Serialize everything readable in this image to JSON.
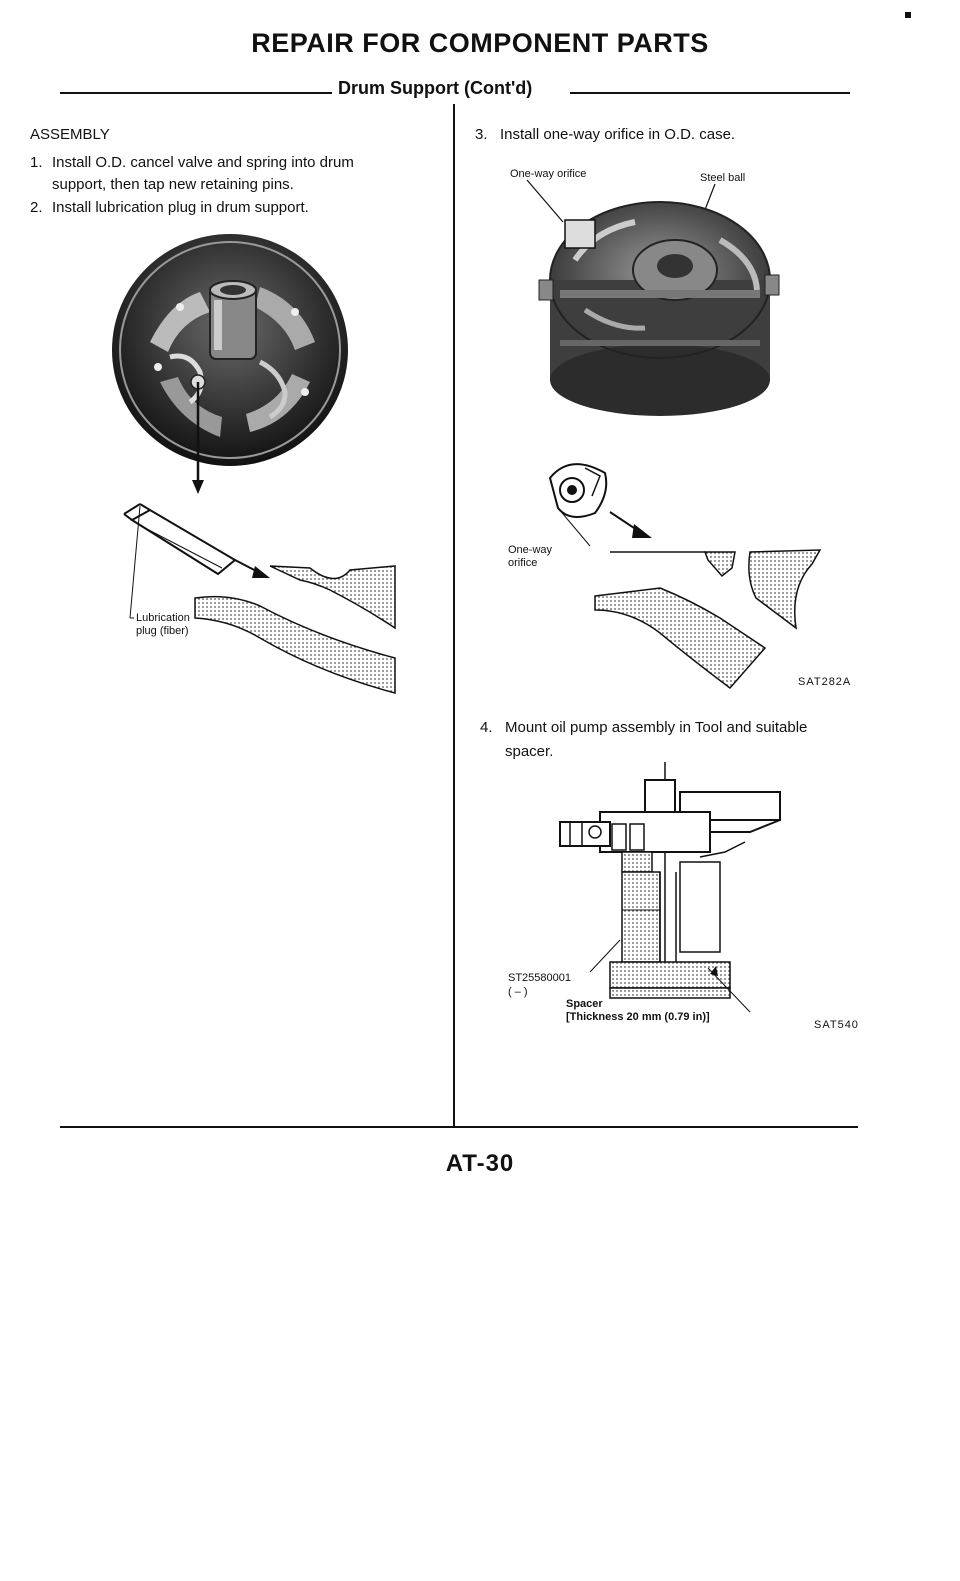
{
  "header": {
    "title": "REPAIR FOR COMPONENT PARTS",
    "subtitle": "Drum Support (Cont'd)"
  },
  "left_column": {
    "heading": "ASSEMBLY",
    "steps": [
      {
        "num": "1.",
        "lines": [
          "Install O.D. cancel valve and spring into drum",
          "support, then tap new retaining pins."
        ]
      },
      {
        "num": "2.",
        "lines": [
          "Install lubrication plug in drum support."
        ]
      }
    ],
    "figure": {
      "label_lines": [
        "Lubrication",
        "plug (fiber)"
      ]
    }
  },
  "right_column": {
    "step3": {
      "num": "3.",
      "text": "Install one-way orifice in O.D. case."
    },
    "figure1": {
      "label_orifice": "One-way orifice",
      "label_ball": "Steel ball",
      "label_detail_lines": [
        "One-way",
        "orifice"
      ],
      "code": "SAT282A"
    },
    "step4": {
      "num": "4.",
      "lines": [
        "Mount oil pump assembly in Tool and suitable",
        "spacer."
      ]
    },
    "figure2": {
      "tool_label": "ST25580001",
      "tool_sub": "( – )",
      "spacer_label": "Spacer",
      "spacer_detail": "[Thickness 20 mm (0.79 in)]",
      "code": "SAT540"
    }
  },
  "footer": {
    "page_number": "AT-30"
  }
}
